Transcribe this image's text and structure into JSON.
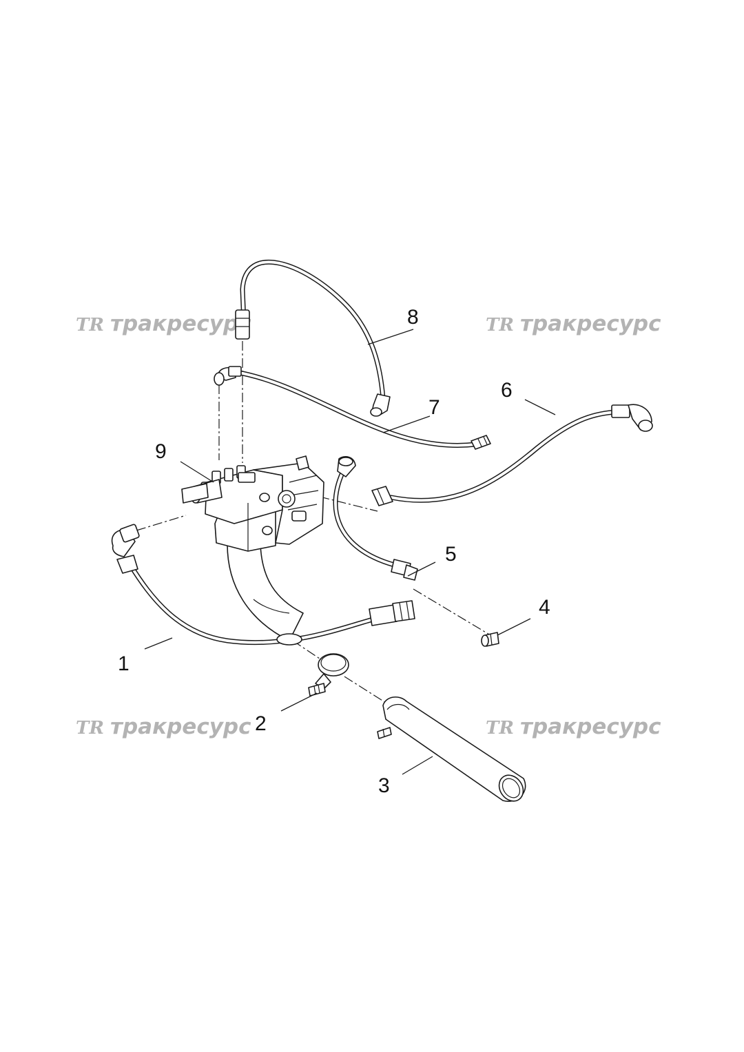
{
  "watermark": {
    "logo": "TR",
    "text": "тракресурс"
  },
  "callouts": [
    {
      "id": "1",
      "label": "1"
    },
    {
      "id": "2",
      "label": "2"
    },
    {
      "id": "3",
      "label": "3"
    },
    {
      "id": "4",
      "label": "4"
    },
    {
      "id": "5",
      "label": "5"
    },
    {
      "id": "6",
      "label": "6"
    },
    {
      "id": "7",
      "label": "7"
    },
    {
      "id": "8",
      "label": "8"
    },
    {
      "id": "9",
      "label": "9"
    }
  ],
  "colors": {
    "line": "#1a1a1a",
    "watermark": "#b3b3b3",
    "background": "#ffffff"
  }
}
